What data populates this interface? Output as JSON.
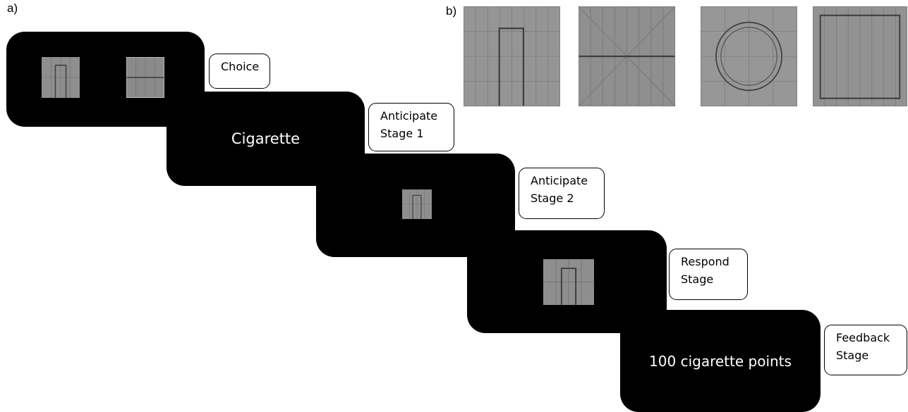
{
  "panel_labels": {
    "a": "a)",
    "b": "b)"
  },
  "screens": {
    "anticipate1_text": "Cigarette",
    "feedback_text": "100 cigarette points"
  },
  "stages": {
    "choice": [
      "Choice"
    ],
    "anticipate1": [
      "Anticipate",
      "Stage 1"
    ],
    "anticipate2": [
      "Anticipate",
      "Stage 2"
    ],
    "respond": [
      "Respond",
      "Stage"
    ],
    "feedback": [
      "Feedback",
      "Stage"
    ]
  },
  "stimuli": {
    "icons": [
      "gate-pattern-icon",
      "cross-pattern-icon",
      "circle-pattern-icon",
      "square-pattern-icon"
    ],
    "colors": {
      "screen": "#000000",
      "stimulus_bg": "#8e8e8e",
      "stimulus_line": "#555555"
    }
  }
}
